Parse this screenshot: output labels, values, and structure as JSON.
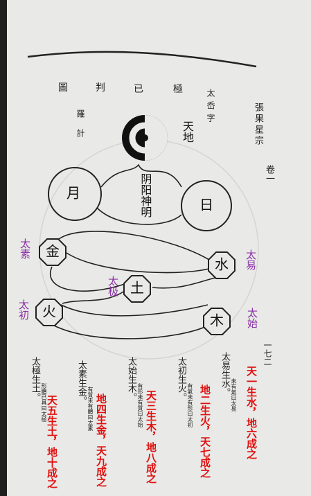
{
  "header": {
    "book_title": "張果星宗",
    "volume": "卷一",
    "page_number": "一七二"
  },
  "figure_captions": [
    "太岙字",
    "極",
    "已",
    "判",
    "圖"
  ],
  "caption_bottom": "羅計",
  "nodes": {
    "moon": "月",
    "sun": "日",
    "metal": "金",
    "water": "水",
    "earth": "土",
    "fire": "火",
    "wood": "木"
  },
  "overlay_labels": {
    "heaven_earth": "天地",
    "yinyang": "阴阳神明",
    "tai_su": "太素",
    "tai_yi": "太易",
    "tai_ji": "太极",
    "tai_chu": "太初",
    "tai_shi": "太始"
  },
  "text_columns": [
    {
      "head": "太易生水。",
      "notes": "未有氣曰太易"
    },
    {
      "head": "太初生火。",
      "notes": "有氣未有形曰太初"
    },
    {
      "head": "太始生木。",
      "notes": "有形未有質曰太始"
    },
    {
      "head": "太素生金。",
      "notes": "有質未有體曰太素"
    },
    {
      "head": "太極生土。",
      "notes": "形體已具曰太極"
    }
  ],
  "red_notes": [
    "天一生水，地六成之",
    "地二生火，天七成之",
    "天三生木，地八成之",
    "地四生金，天九成之",
    "天五生土，地十成之"
  ]
}
